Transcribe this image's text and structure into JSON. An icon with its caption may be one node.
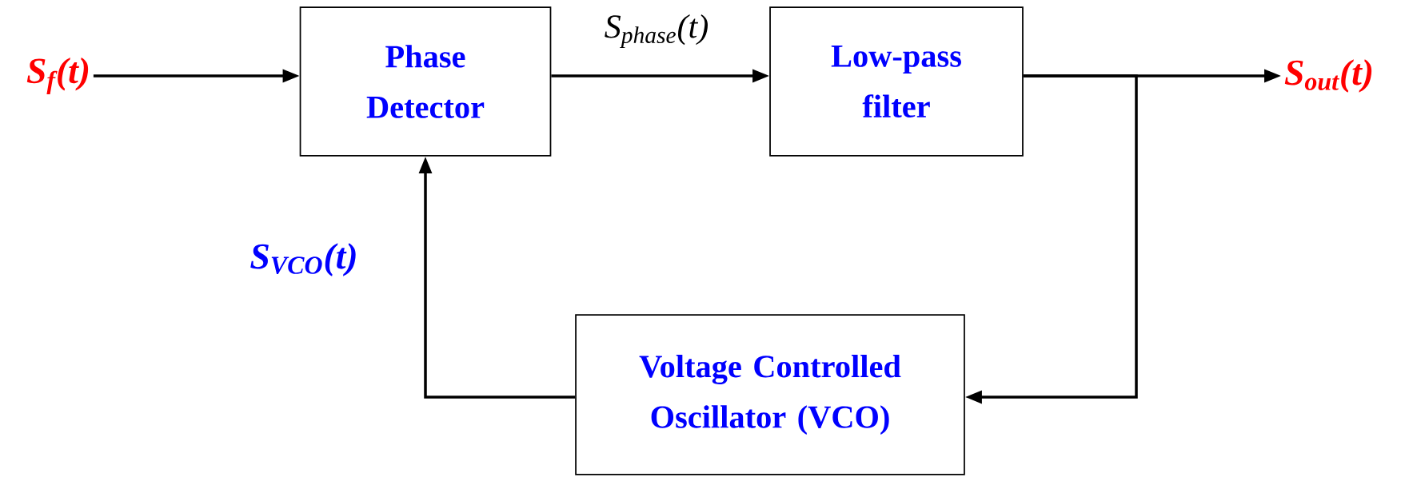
{
  "diagram": {
    "nodes": [
      {
        "text": [
          "S$_{f}$(t)"
        ]
      },
      {
        "text": [
          "Phase Detector"
        ]
      },
      {
        "text": [
          "Low-pass filter"
        ]
      },
      {
        "text": [
          "S$_{out}$(t)"
        ]
      },
      {
        "text": [
          "Voltage Controlled Oscillator (VCO)"
        ]
      }
    ],
    "edges": [
      {
        "from": 0,
        "to": 1,
        "arrow": "to"
      },
      {
        "from": 1,
        "to": 2,
        "arrow": "to",
        "label": "S$_{phase}$(t)"
      },
      {
        "from": 2,
        "to": 3,
        "arrow": "to"
      },
      {
        "from": 2,
        "to": 4,
        "arrow": "to"
      },
      {
        "from": 4,
        "to": 1,
        "arrow": "to",
        "label": "S$_{VCO}$(t)"
      }
    ]
  }
}
